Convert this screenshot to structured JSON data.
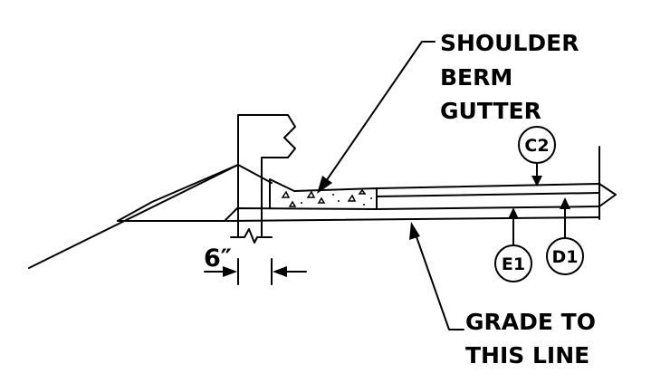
{
  "labels": {
    "shoulder_berm_gutter": [
      "SHOULDER",
      "BERM",
      "GUTTER"
    ],
    "grade_to_this_line": [
      "GRADE TO",
      "THIS LINE"
    ],
    "dimension": "6″"
  },
  "callouts": [
    "C2",
    "E1",
    "D1"
  ]
}
